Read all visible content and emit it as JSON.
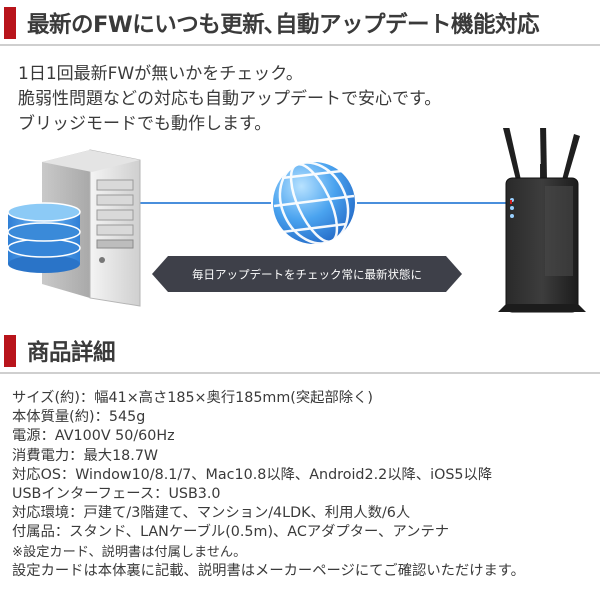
{
  "section1": {
    "title": "最新のFWにいつも更新､自動アップデート機能対応",
    "lines": [
      "1日1回最新FWが無いかをチェック。",
      "脆弱性問題などの対応も自動アップデートで安心です。",
      "ブリッジモードでも動作します。"
    ]
  },
  "illustration": {
    "banner_text": "毎日アップデートをチェック常に最新状態に",
    "colors": {
      "line": "#4a8fdc",
      "globe": "#3d8fe0",
      "banner": "#3e4049",
      "accent": "#b8141b"
    }
  },
  "section2": {
    "title": "商品詳細",
    "specs": [
      "サイズ(約)：幅41×高さ185×奥行185mm(突起部除く)",
      "本体質量(約)：545g",
      "電源：AV100V 50/60Hz",
      "消費電力：最大18.7W",
      "対応OS：Window10/8.1/7、Mac10.8以降、Android2.2以降、iOS5以降",
      "USBインターフェース：USB3.0",
      "対応環境：戸建て/3階建て、マンション/4LDK、利用人数/6人",
      "付属品：スタンド、LANケーブル(0.5m)、ACアダプター、アンテナ",
      "※設定カード、説明書は付属しません。",
      "設定カードは本体裏に記載、説明書はメーカーページにてご確認いただけます。"
    ]
  }
}
